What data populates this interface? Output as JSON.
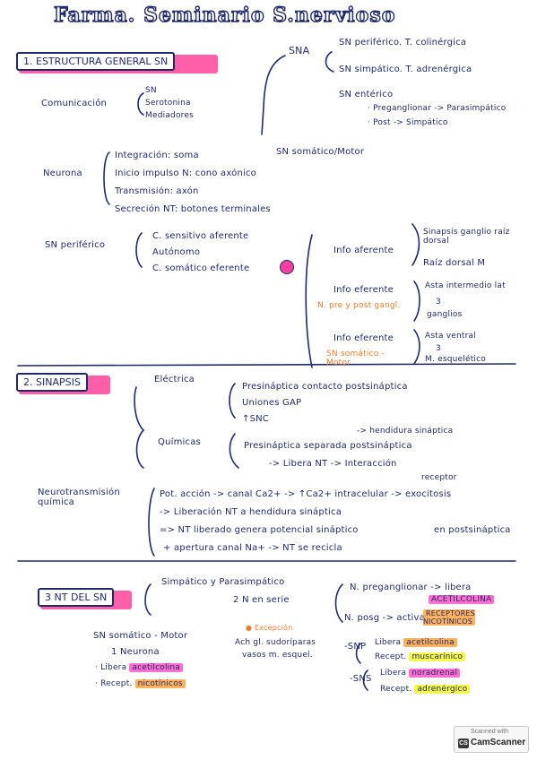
{
  "title": "Farma. Seminario S.nervioso",
  "section1": {
    "label": "1. ESTRUCTURA GENERAL SN",
    "sna": "SNA",
    "sna_children": [
      "SN periférico. T. colinérgica",
      "SN simpático. T. adrenérgica",
      "SN entérico"
    ],
    "enterico_items": [
      "· Preganglionar -> Parasimpático",
      "· Post -> Simpático"
    ],
    "sn_somatico": "SN somático/Motor",
    "comunicacion": "Comunicación",
    "comunicacion_items": [
      "SN",
      "Serotonina",
      "Mediadores"
    ],
    "neurona": "Neurona",
    "neurona_items": [
      "Integración: soma",
      "Inicio impulso N: cono axónico",
      "Transmisión: axón",
      "Secreción NT: botones terminales"
    ],
    "sn_periferico": "SN periférico",
    "periferico_items": [
      "C. sensitivo aferente",
      "Autónomo",
      "C. somático eferente"
    ],
    "info_aferente": "Info aferente",
    "info_aferente_items": [
      "Sinapsis ganglio raíz dorsal",
      "Raíz dorsal M"
    ],
    "info_eferente1": "Info eferente",
    "info_eferente1_note": "N. pre y post gangl.",
    "info_eferente1_items": [
      "Asta intermedio lat",
      "3",
      "ganglios"
    ],
    "info_eferente2": "Info eferente",
    "info_eferente2_note": "SN somático - Motor",
    "info_eferente2_items": [
      "Asta ventral",
      "3",
      "M. esquelético"
    ]
  },
  "section2": {
    "label": "2. SINAPSIS",
    "electrica": "Eléctrica",
    "electrica_items": [
      "Presináptica contacto postsináptica",
      "Uniones GAP",
      "↑SNC"
    ],
    "quimicas": "Químicas",
    "quimicas_items": [
      "-> hendidura sináptica",
      "Presináptica separada postsináptica",
      "-> Libera NT -> Interacción",
      "receptor"
    ],
    "neuro_label": "Neurotransmisión química",
    "neuro_items": [
      "Pot. acción -> canal Ca2+ -> ↑Ca2+ intracelular -> exocitosis",
      "-> Liberación NT a hendidura sináptica",
      "=> NT liberado genera potencial sináptico",
      "en postsináptica",
      "+ apertura canal Na+ -> NT se recicla"
    ]
  },
  "section3": {
    "label": "3 NT DEL SN",
    "simpatico_label": "Simpático y Parasimpático",
    "serie": "2 N en serie",
    "pregang": "N. preganglionar -> libera",
    "pregang_hl": "ACETILCOLINA",
    "posg": "N. posg -> activa",
    "posg_hl": "RECEPTORES NICOTÍNICOS",
    "snp": "-SNP",
    "snp_items": [
      {
        "prefix": "Libera",
        "hl": "acetilcolina",
        "color": "orange"
      },
      {
        "prefix": "Recept.",
        "hl": "muscarínico",
        "color": "yellow"
      }
    ],
    "sns": "-SNS",
    "sns_items": [
      {
        "prefix": "Libera",
        "hl": "noradrenal",
        "color": "pink"
      },
      {
        "prefix": "Recept.",
        "hl": "adrenérgico",
        "color": "yellow"
      }
    ],
    "somatico_motor": "SN somático - Motor",
    "una_neurona": "1 Neurona",
    "somatico_items": [
      {
        "prefix": "· Libera",
        "hl": "acetilcolina",
        "color": "pink"
      },
      {
        "prefix": "· Recept.",
        "hl": "nicotínicos",
        "color": "orange"
      }
    ],
    "excepcion": "Excepción",
    "excepcion_text": [
      "Ach gl. sudoríparas",
      "vasos m. esquel."
    ]
  },
  "badge": {
    "line1": "Scanned with",
    "line2": "CamScanner"
  }
}
